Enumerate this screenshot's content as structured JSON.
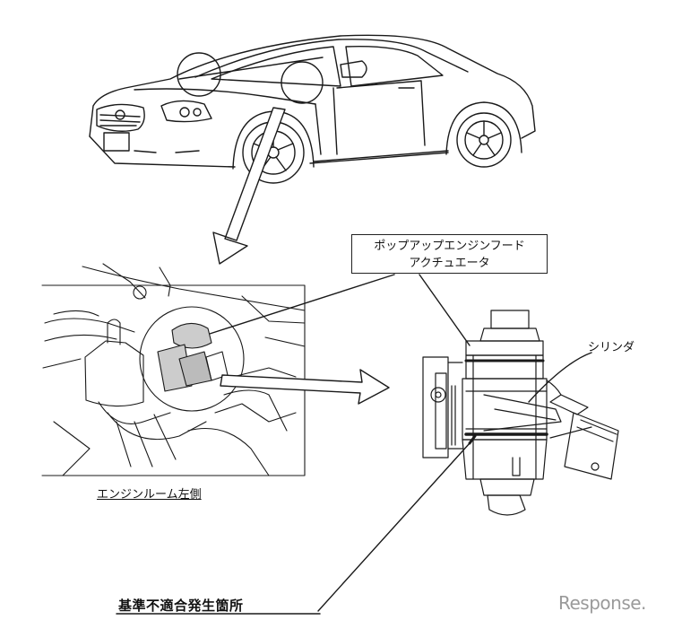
{
  "callout": {
    "line1": "ポップアップエンジンフード",
    "line2": "アクチュエータ"
  },
  "labels": {
    "cylinder": "シリンダ",
    "engine_room_left": "エンジンルーム左側",
    "defect_location": "基準不適合発生箇所"
  },
  "watermark": "Response."
}
